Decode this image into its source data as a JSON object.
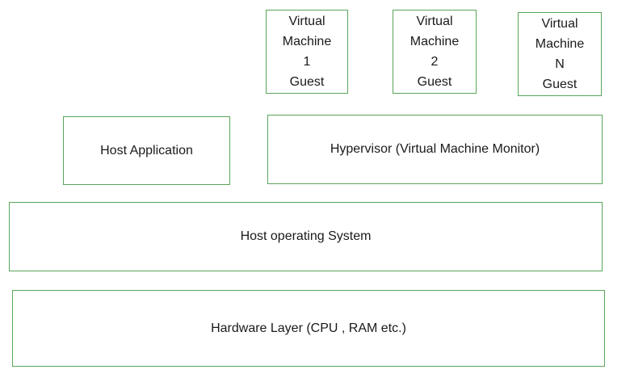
{
  "virtual_machines": [
    {
      "lines": [
        "Virtual",
        "Machine",
        "1",
        "Guest"
      ]
    },
    {
      "lines": [
        "Virtual",
        "Machine",
        "2",
        "Guest"
      ]
    },
    {
      "lines": [
        "Virtual",
        "Machine",
        "N",
        "Guest"
      ]
    }
  ],
  "host_application": "Host Application",
  "hypervisor": "Hypervisor (Virtual Machine Monitor)",
  "host_os": "Host operating System",
  "hardware": "Hardware Layer (CPU , RAM etc.)",
  "colors": {
    "box_border": "#5aa55a",
    "text": "#1a1a1a",
    "background": "#ffffff"
  }
}
